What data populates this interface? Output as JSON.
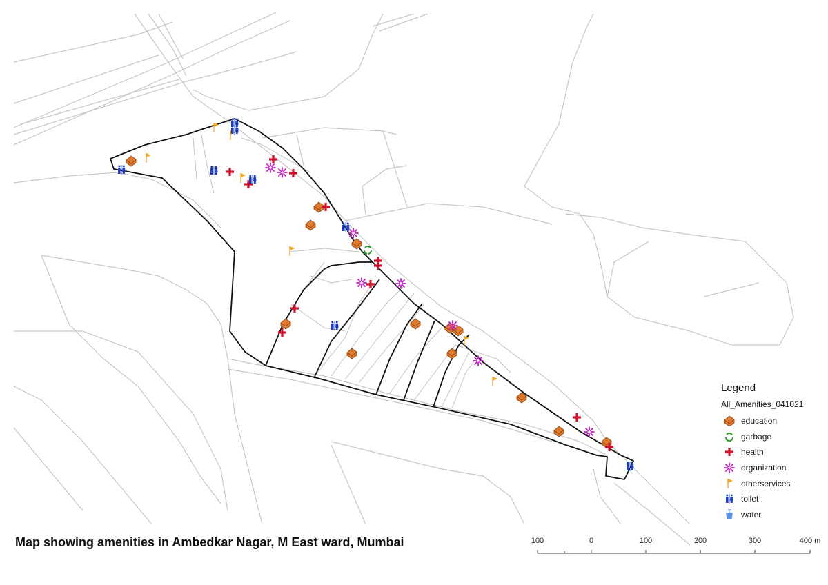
{
  "title": "Map showing amenities in Ambedkar Nagar, M East ward, Mumbai",
  "legend": {
    "title": "Legend",
    "layer": "All_Amenities_041021",
    "items": [
      {
        "key": "education",
        "label": "education",
        "color": "#e07a2c"
      },
      {
        "key": "garbage",
        "label": "garbage",
        "color": "#2f9a2f"
      },
      {
        "key": "health",
        "label": "health",
        "color": "#d0112b"
      },
      {
        "key": "organization",
        "label": "organization",
        "color": "#c21ec2"
      },
      {
        "key": "otherservices",
        "label": "otherservices",
        "color": "#f2a51e"
      },
      {
        "key": "toilet",
        "label": "toilet",
        "color": "#1f3fbf"
      },
      {
        "key": "water",
        "label": "water",
        "color": "#5b8fe0"
      }
    ]
  },
  "scalebar": {
    "labels": [
      "100",
      "0",
      "100",
      "200",
      "300",
      "400 m"
    ]
  }
}
